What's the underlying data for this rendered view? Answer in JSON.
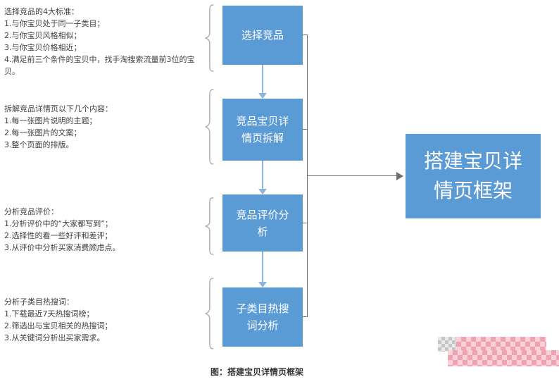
{
  "colors": {
    "box_fill": "#5B9BD5",
    "box_text": "#FFFFFF",
    "arrow": "#8FB4DC",
    "connector": "#707070",
    "brace": "#A6A6A6",
    "note_text": "#404040"
  },
  "steps": [
    {
      "label": "选择竞品",
      "note": "选择竞品的4大标准：\n1.与你宝贝处于同一子类目；\n2.与你宝贝风格相似；\n3.与你宝贝价格相近；\n4.满足前三个条件的宝贝中，找手淘搜索流量前3位的宝贝。"
    },
    {
      "label": "竞品宝贝详情页拆解",
      "note": "拆解竞品详情页以下几个内容：\n1.每一张图片说明的主题；\n2.每一张图片的文案；\n3.整个页面的排版。"
    },
    {
      "label": "竞品评价分析",
      "note": "分析竞品评价：\n1.分析评价中的“大家都写到”；\n2.选择性的看一些好评和差评；\n3.从评价中分析买家消费顾虑点。"
    },
    {
      "label": "子类目热搜词分析",
      "note": "分析子类目热搜词：\n1.下载最近7天热搜词榜；\n2.筛选出与宝贝相关的热搜词；\n3.从关键词分析出买家需求。"
    }
  ],
  "result": {
    "label": "搭建宝贝详情页框架"
  },
  "caption": "图：搭建宝贝详情页框架"
}
